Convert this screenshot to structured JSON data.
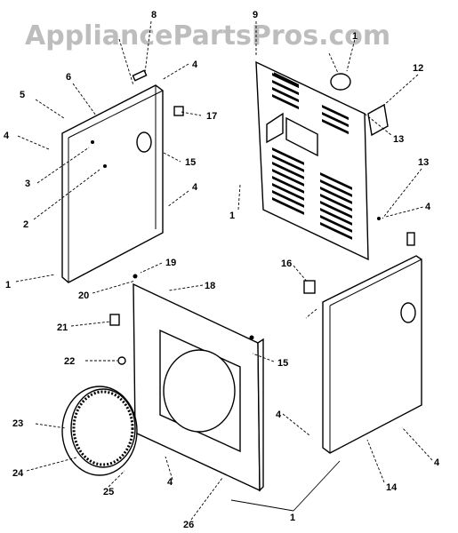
{
  "watermark": "AppliancePartsPros.com",
  "callouts": {
    "c1a": "1",
    "c1b": "1",
    "c1c": "1",
    "c1d": "1",
    "c2": "2",
    "c3": "3",
    "c4a": "4",
    "c4b": "4",
    "c4c": "4",
    "c4d": "4",
    "c4e": "4",
    "c4f": "4",
    "c4g": "4",
    "c5": "5",
    "c6": "6",
    "c8": "8",
    "c9": "9",
    "c12": "12",
    "c13a": "13",
    "c13b": "13",
    "c14": "14",
    "c15a": "15",
    "c15b": "15",
    "c16": "16",
    "c17": "17",
    "c18": "18",
    "c19": "19",
    "c20": "20",
    "c21": "21",
    "c22": "22",
    "c23": "23",
    "c24": "24",
    "c25": "25",
    "c26": "26"
  },
  "colors": {
    "ink": "#000000",
    "watermark": "#bdbdbd",
    "background": "#ffffff"
  }
}
